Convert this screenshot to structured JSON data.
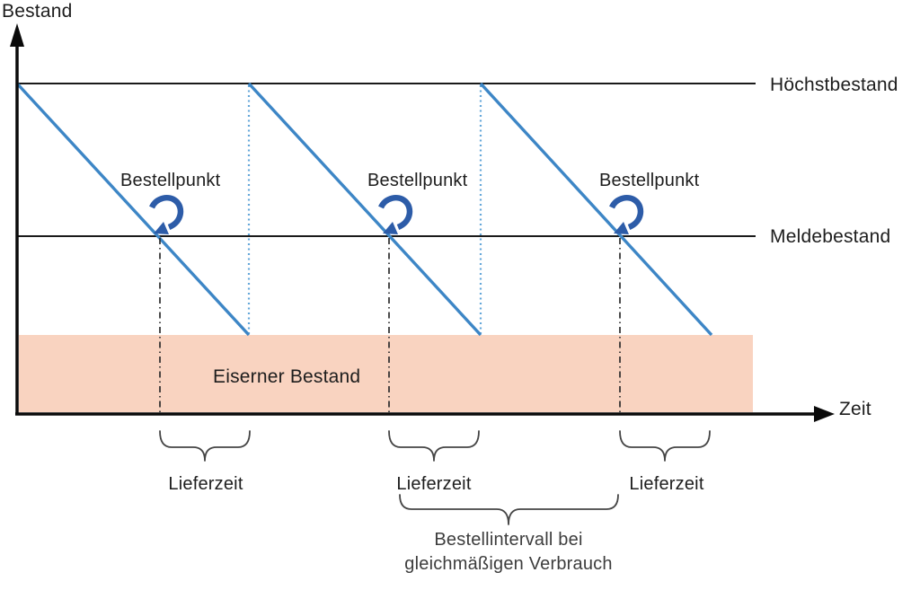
{
  "axes": {
    "y_label": "Bestand",
    "x_label": "Zeit"
  },
  "levels": {
    "max_stock_label": "Höchstbestand",
    "reorder_level_label": "Meldebestand",
    "safety_stock_label": "Eiserner Bestand"
  },
  "annotations": {
    "order_point_label": "Bestellpunkt",
    "delivery_time_label": "Lieferzeit",
    "order_interval_line1": "Bestellintervall bei",
    "order_interval_line2": "gleichmäßigen Verbrauch"
  },
  "colors": {
    "sawtooth_blue": "#3d86c6",
    "dotted_blue": "#64a7d9",
    "arrow_blue": "#2d5ca8",
    "safety_band_pink": "#f9d3c0",
    "axis_black": "#0a0a0a",
    "brace_gray": "#454545",
    "text_dark": "#1d1d1d"
  }
}
